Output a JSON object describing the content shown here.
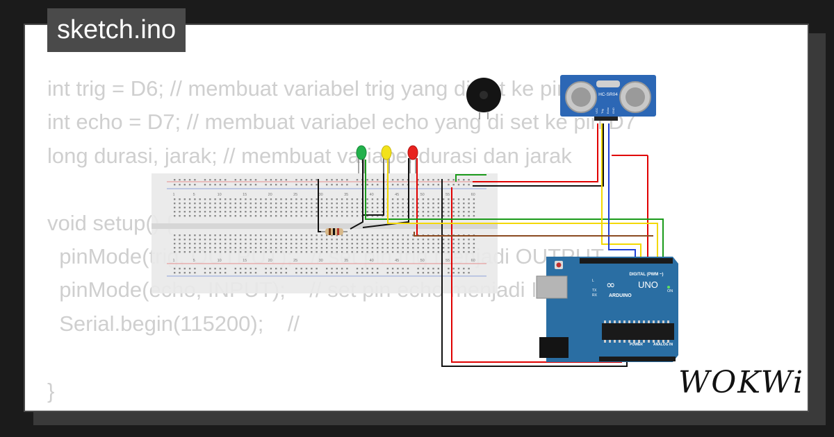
{
  "file_tab": {
    "label": "sketch.ino"
  },
  "code_lines": [
    "int trig = D6; // membuat variabel trig yang di set ke pin D6",
    "int echo = D7; // membuat variabel echo yang di set ke pin D7",
    "long durasi, jarak; // membuat variabel durasi dan jarak",
    "",
    "void setup() {",
    "  pinMode(trig, OUTPUT);   // set pin trig menjadi OUTPUT",
    "  pinMode(echo, INPUT);    // set pin echo menjadi INPUT",
    "  Serial.begin(115200);    //",
    "",
    "}"
  ],
  "breadboard": {
    "col_labels_top": [
      "1",
      "5",
      "10",
      "15",
      "20",
      "25",
      "30",
      "35",
      "40",
      "45",
      "50",
      "55",
      "60"
    ],
    "col_labels_bottom": [
      "1",
      "5",
      "10",
      "15",
      "20",
      "25",
      "30",
      "35",
      "40",
      "45",
      "50",
      "55",
      "60"
    ]
  },
  "sensor": {
    "label": "HC-SR04",
    "pins": [
      "VCC",
      "Trig",
      "Echo",
      "GND"
    ]
  },
  "arduino": {
    "brand": "ARDUINO",
    "model": "UNO",
    "digital_label": "DIGITAL (PWM ~)",
    "power_label": "POWER",
    "analog_label": "ANALOG IN",
    "on_label": "ON",
    "tx_label": "TX",
    "rx_label": "RX",
    "l_label": "L"
  },
  "logo": {
    "text": "WOKWi"
  },
  "colors": {
    "background": "#1b1b1b",
    "card": "#ffffff",
    "tab": "#4a4a4a",
    "code_text": "#cfcfcf",
    "arduino_board": "#2a6ea3",
    "sensor_board": "#2c67b5",
    "led_green": "#22b14c",
    "led_yellow": "#f2e21b",
    "led_red": "#e8221e",
    "wire_red": "#e00000",
    "wire_black": "#111111",
    "wire_green": "#1a9a1a",
    "wire_yellow": "#f3d800",
    "wire_blue": "#1f3fd6",
    "wire_brown": "#8a4a20"
  }
}
